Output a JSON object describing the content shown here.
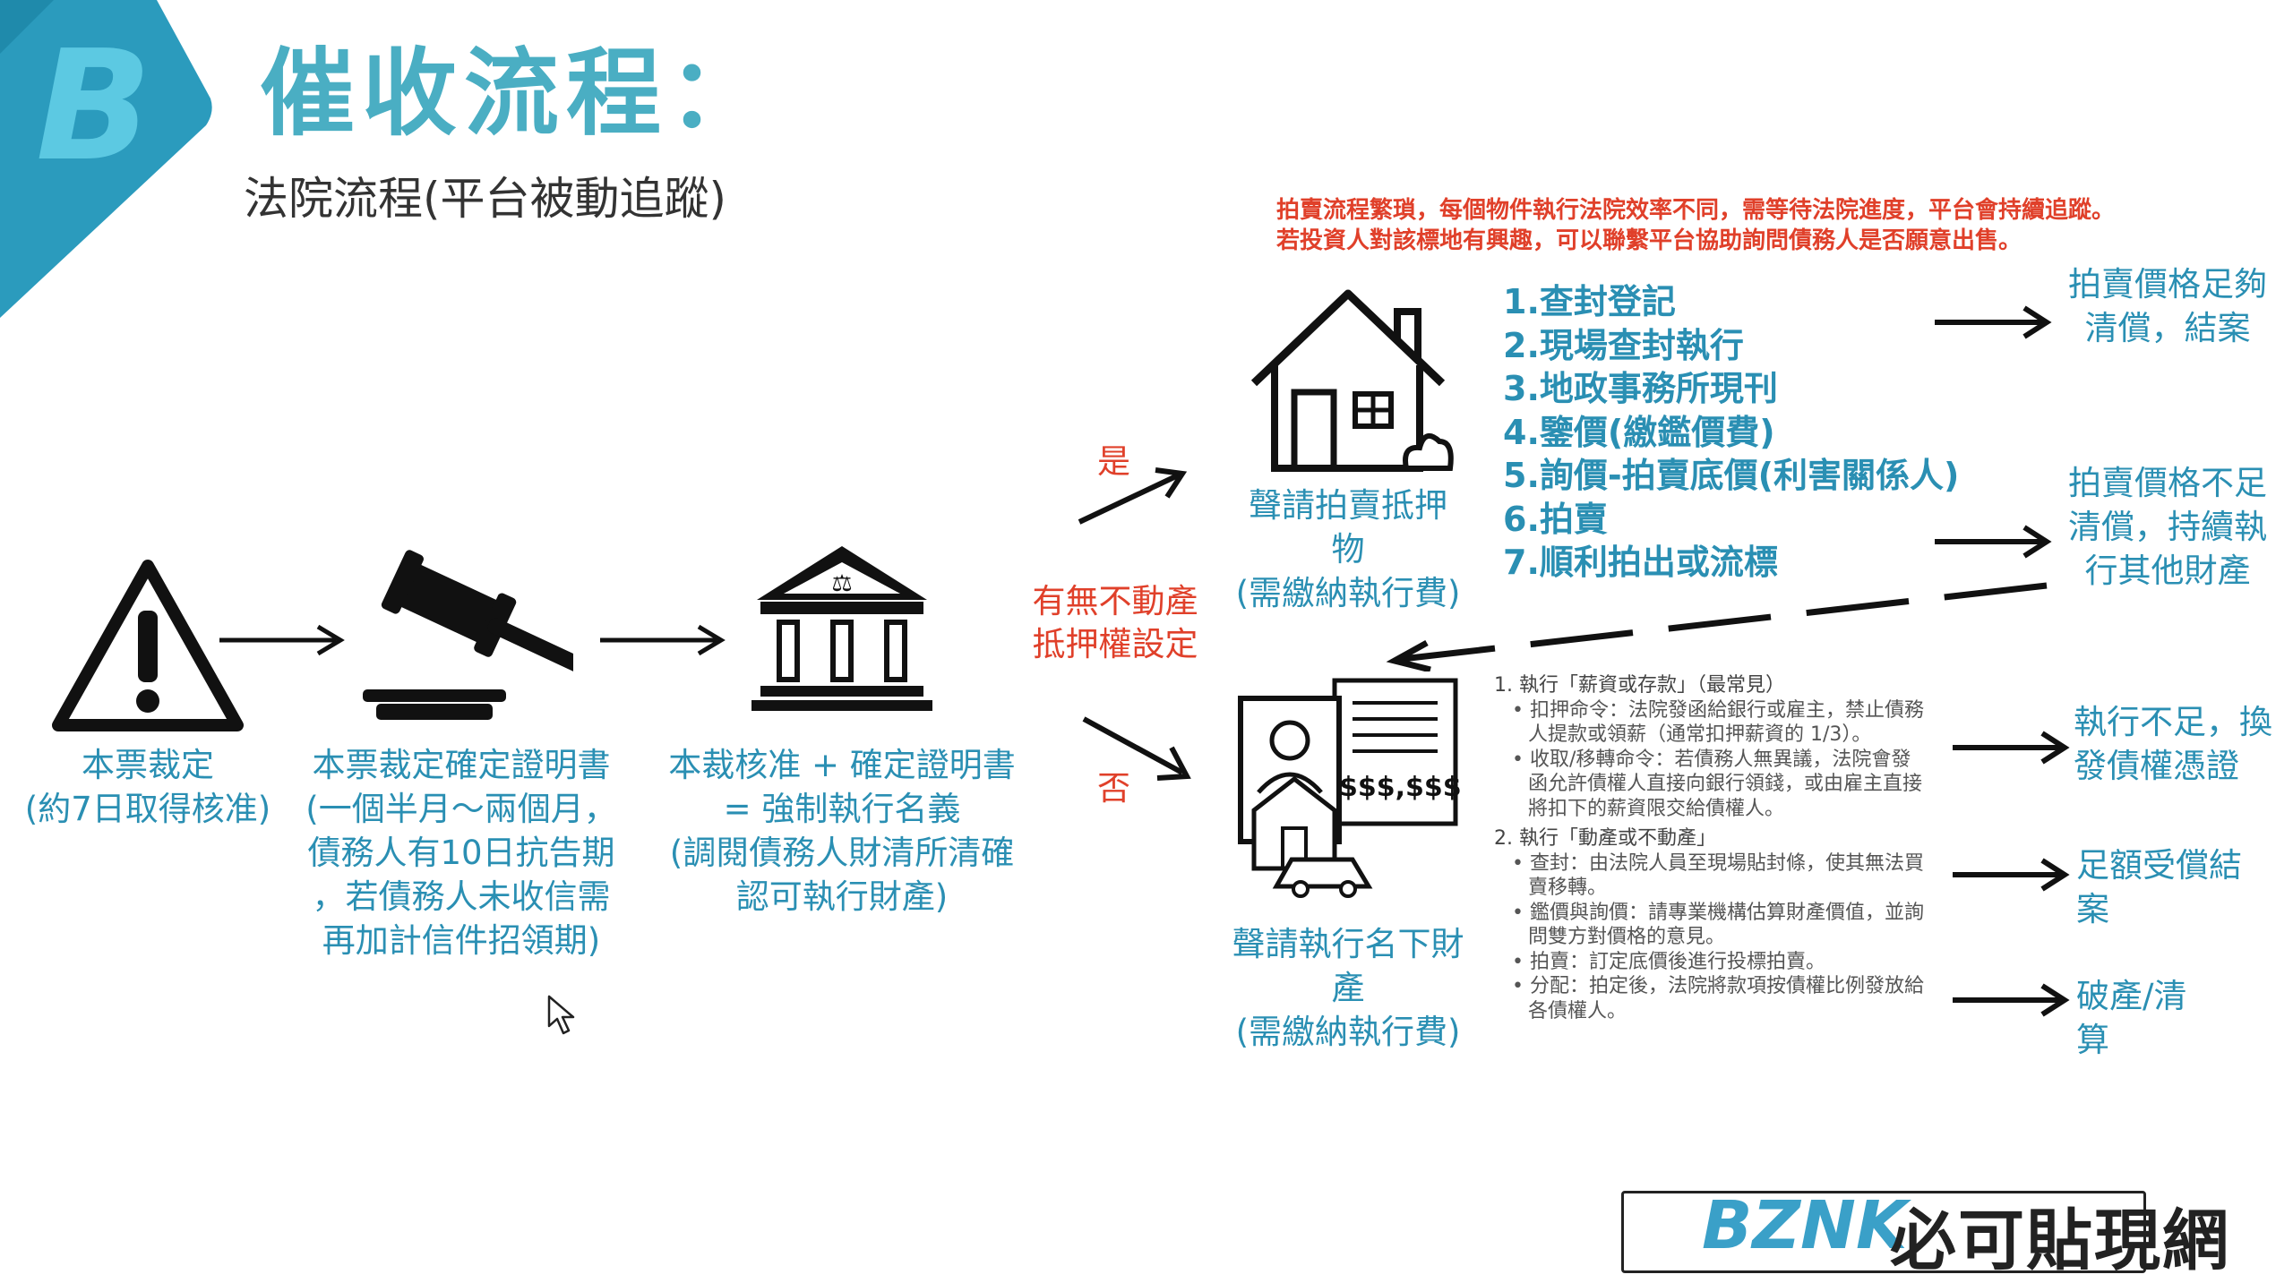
{
  "header": {
    "logo_letter": "B",
    "title": "催收流程：",
    "subtitle": "法院流程(平台被動追蹤)"
  },
  "flow": {
    "step1": {
      "icon": "warning-icon",
      "line1": "本票裁定",
      "line2": "(約7日取得核准)"
    },
    "step2": {
      "icon": "gavel-icon",
      "line1": "本票裁定確定證明書",
      "line2": "(一個半月～兩個月，",
      "line3": "債務人有10日抗告期",
      "line4": "，若債務人未收信需",
      "line5": "再加計信件招領期)"
    },
    "step3": {
      "icon": "courthouse-icon",
      "line1": "本裁核准 + 確定證明書",
      "line2": "= 強制執行名義",
      "line3": "(調閱債務人財清所清確",
      "line4": "認可執行財產)"
    },
    "decision": {
      "line1": "有無不動產",
      "line2": "抵押權設定",
      "yes": "是",
      "no": "否"
    }
  },
  "auction": {
    "icon": "house-icon",
    "caption_line1": "聲請拍賣抵押",
    "caption_line2": "物",
    "caption_line3": "(需繳納執行費)",
    "note_line1": "拍賣流程繁瑣，每個物件執行法院效率不同，需等待法院進度，平台會持續追蹤。",
    "note_line2": "若投資人對該標地有興趣，可以聯繫平台協助詢問債務人是否願意出售。",
    "steps": [
      "1.查封登記",
      "2.現場查封執行",
      "3.地政事務所現刊",
      "4.鑒價(繳鑑價費)",
      "5.詢價-拍賣底價(利害關係人)",
      "6.拍賣",
      "7.順利拍出或流標"
    ],
    "outcome1_line1": "拍賣價格足夠",
    "outcome1_line2": "清償，結案",
    "outcome2_line1": "拍賣價格不足",
    "outcome2_line2": "清償，持續執",
    "outcome2_line3": "行其他財產"
  },
  "property": {
    "icon": "property-documents-icon",
    "money_text": "$$$,$$$",
    "caption_line1": "聲請執行名下財",
    "caption_line2": "產",
    "caption_line3": "(需繳納執行費)",
    "details": [
      {
        "cls": "h",
        "text": "1. 執行「薪資或存款」（最常見）"
      },
      {
        "cls": "i",
        "text": "• 扣押命令：法院發函給銀行或雇主，禁止債務人提款或領薪（通常扣押薪資的 1/3）。"
      },
      {
        "cls": "i",
        "text": "• 收取/移轉命令：若債務人無異議，法院會發函允許債權人直接向銀行領錢，或由雇主直接將扣下的薪資限交給債權人。"
      },
      {
        "cls": "h",
        "text": "2. 執行「動產或不動產」"
      },
      {
        "cls": "i",
        "text": "• 查封：由法院人員至現場貼封條，使其無法買賣移轉。"
      },
      {
        "cls": "i",
        "text": "• 鑑價與詢價：請專業機構估算財產價值，並詢問雙方對價格的意見。"
      },
      {
        "cls": "i",
        "text": "• 拍賣：訂定底價後進行投標拍賣。"
      },
      {
        "cls": "i",
        "text": "• 分配：拍定後，法院將款項按債權比例發放給各債權人。"
      }
    ],
    "outcome1_line1": "執行不足，換",
    "outcome1_line2": "發債權憑證",
    "outcome2_line1": "足額受償結",
    "outcome2_line2": "案",
    "outcome3_line1": "破產/清",
    "outcome3_line2": "算"
  },
  "watermark": {
    "latin": "BZNK",
    "cjk": "必可貼現網"
  },
  "colors": {
    "teal": "#2a8fb3",
    "title_teal": "#4aaec3",
    "red": "#e0402a",
    "ink": "#111111"
  }
}
